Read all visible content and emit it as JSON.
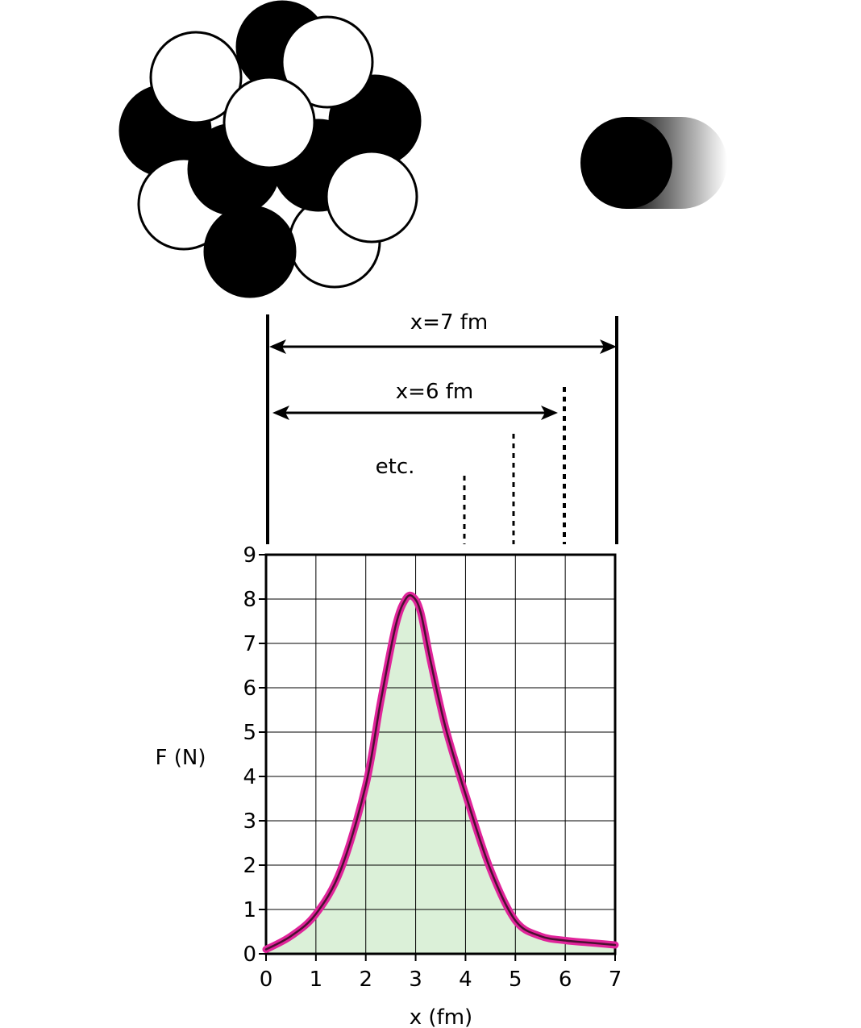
{
  "annotations": {
    "dist7": "x=7 fm",
    "dist6": "x=6 fm",
    "etc": "etc."
  },
  "colors": {
    "curve": "#e0249a",
    "curve_core": "#4a1030",
    "fill": "#dbf0d8",
    "nucleon_dark": "#000000",
    "nucleon_light": "#ffffff"
  },
  "chart_data": {
    "type": "area",
    "xlabel": "x (fm)",
    "ylabel": "F (N)",
    "xlim": [
      0,
      7
    ],
    "ylim": [
      0,
      9
    ],
    "xticks": [
      "0",
      "1",
      "2",
      "3",
      "4",
      "5",
      "6",
      "7"
    ],
    "yticks": [
      "0",
      "1",
      "2",
      "3",
      "4",
      "5",
      "6",
      "7",
      "8",
      "9"
    ],
    "grid": true,
    "series": [
      {
        "x": [
          0,
          0.5,
          1.0,
          1.5,
          2.0,
          2.3,
          2.6,
          2.8,
          2.95,
          3.1,
          3.3,
          3.6,
          4.0,
          4.5,
          5.0,
          5.5,
          6.0,
          6.5,
          7.0
        ],
        "values": [
          0.1,
          0.4,
          0.9,
          1.9,
          3.8,
          5.7,
          7.4,
          8.0,
          8.05,
          7.7,
          6.6,
          5.1,
          3.6,
          1.9,
          0.75,
          0.4,
          0.3,
          0.25,
          0.2
        ]
      }
    ]
  }
}
